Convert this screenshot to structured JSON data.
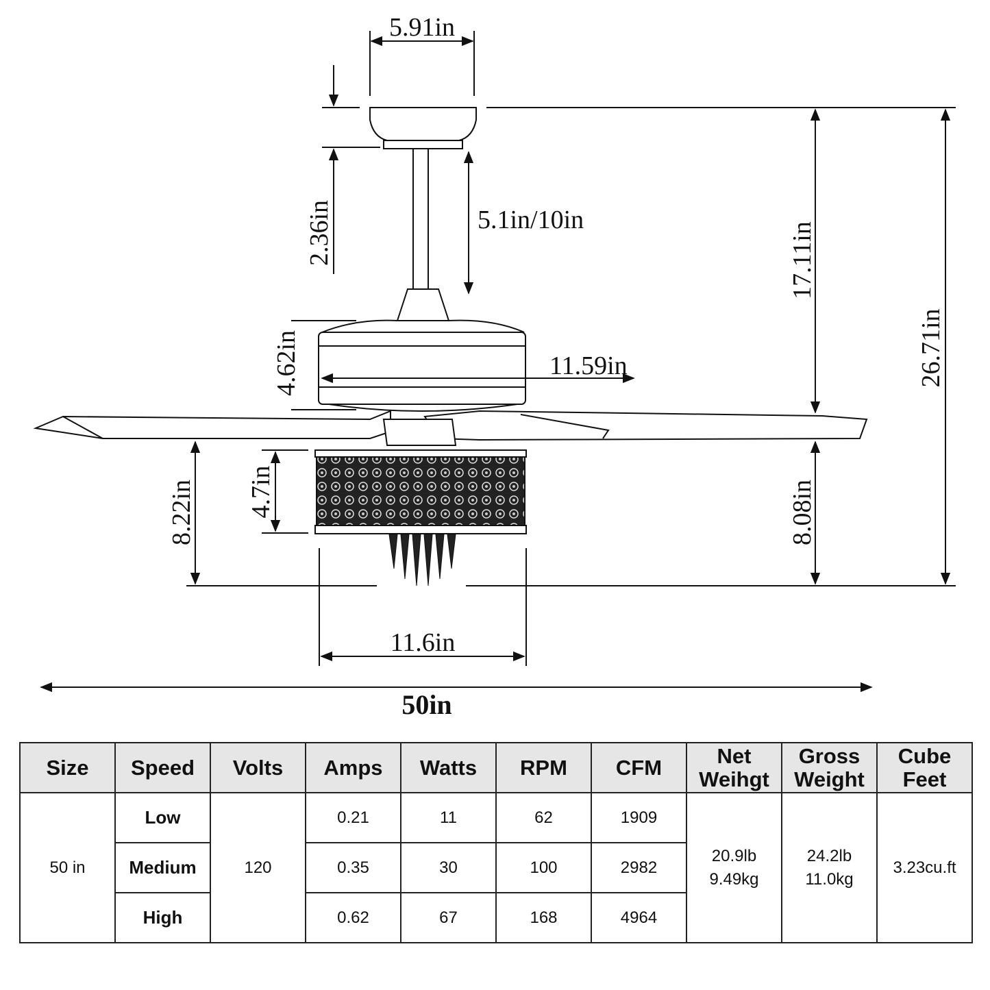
{
  "diagram": {
    "labels": {
      "canopy_width": "5.91in",
      "canopy_height": "2.36in",
      "downrod": "5.1in/10in",
      "ceiling_to_blade": "17.11in",
      "overall_height": "26.71in",
      "motor_height": "4.62in",
      "motor_width": "11.59in",
      "light_height": "4.7in",
      "blade_to_bottom_left": "8.22in",
      "blade_to_bottom_right": "8.08in",
      "light_width": "11.6in",
      "blade_span": "50in"
    }
  },
  "table": {
    "headers": [
      "Size",
      "Speed",
      "Volts",
      "Amps",
      "Watts",
      "RPM",
      "CFM",
      "Net\nWeihgt",
      "Gross\nWeight",
      "Cube\nFeet"
    ],
    "size": "50 in",
    "volts": "120",
    "rows": [
      {
        "speed": "Low",
        "amps": "0.21",
        "watts": "11",
        "rpm": "62",
        "cfm": "1909"
      },
      {
        "speed": "Medium",
        "amps": "0.35",
        "watts": "30",
        "rpm": "100",
        "cfm": "2982"
      },
      {
        "speed": "High",
        "amps": "0.62",
        "watts": "67",
        "rpm": "168",
        "cfm": "4964"
      }
    ],
    "net_weight": "20.9lb\n9.49kg",
    "gross_weight": "24.2lb\n11.0kg",
    "cube_feet": "3.23cu.ft"
  }
}
